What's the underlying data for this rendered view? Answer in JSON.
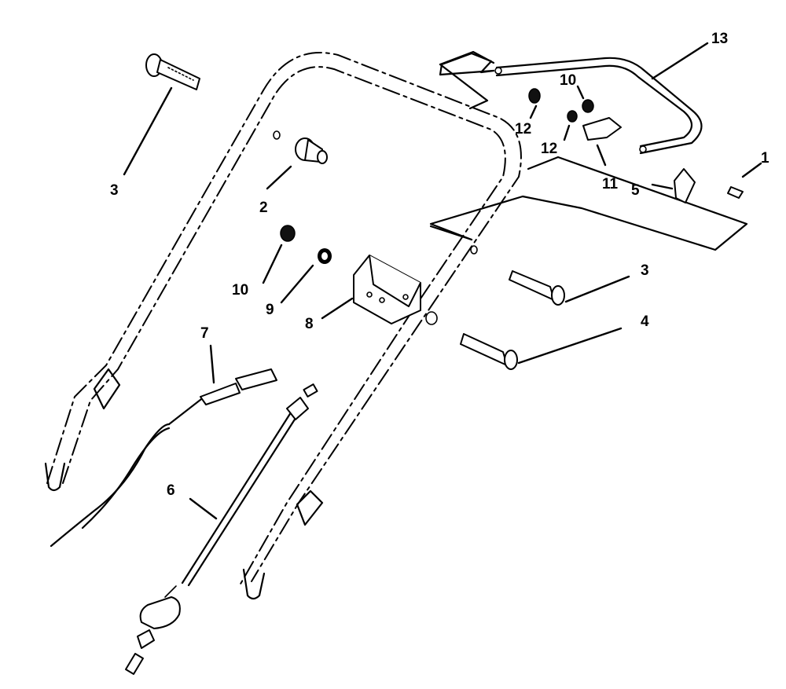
{
  "callouts": {
    "c1": "1",
    "c2": "2",
    "c3a": "3",
    "c3b": "3",
    "c4": "4",
    "c5": "5",
    "c6": "6",
    "c7": "7",
    "c8": "8",
    "c9": "9",
    "c10a": "10",
    "c10b": "10",
    "c11": "11",
    "c12a": "12",
    "c12b": "12",
    "c13": "13"
  },
  "parts": [
    {
      "ref": "handle-tube",
      "icon": "handle-tube-icon"
    },
    {
      "ref": "bail",
      "icon": "bail-icon"
    },
    {
      "ref": "bolt",
      "icon": "bolt-icon"
    },
    {
      "ref": "nut",
      "icon": "nut-icon"
    },
    {
      "ref": "bracket",
      "icon": "bracket-icon"
    },
    {
      "ref": "cable",
      "icon": "cable-icon"
    }
  ]
}
